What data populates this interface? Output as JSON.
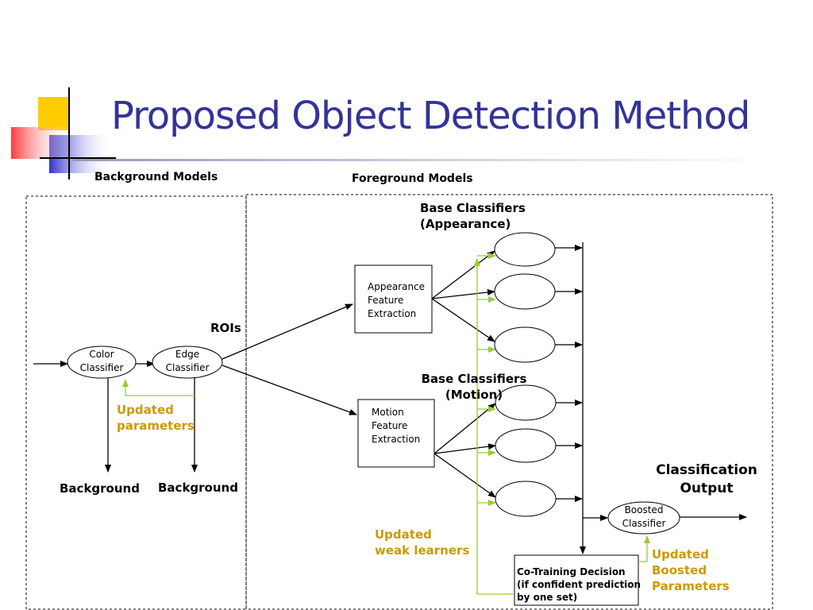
{
  "slide": {
    "title": "Proposed Object Detection Method"
  },
  "sections": {
    "background_models": "Background Models",
    "foreground_models": "Foreground Models"
  },
  "labels": {
    "rois": "ROIs",
    "base_classifiers_appearance": [
      "Base Classifiers",
      "(Appearance)"
    ],
    "base_classifiers_motion": [
      "Base Classifiers",
      "(Motion)"
    ],
    "classification_output": [
      "Classification",
      "Output"
    ],
    "background_left": "Background",
    "background_right": "Background",
    "updated_parameters": [
      "Updated",
      "parameters"
    ],
    "updated_weak_learners": [
      "Updated",
      "weak learners"
    ],
    "updated_boosted_parameters": [
      "Updated",
      "Boosted",
      "Parameters"
    ]
  },
  "nodes": {
    "color_classifier": [
      "Color",
      "Classifier"
    ],
    "edge_classifier": [
      "Edge",
      "Classifier"
    ],
    "appearance_feature_extraction": [
      "Appearance",
      "Feature",
      "Extraction"
    ],
    "motion_feature_extraction": [
      "Motion",
      "Feature",
      "Extraction"
    ],
    "boosted_classifier": [
      "Boosted",
      "Classifier"
    ],
    "co_training_decision": [
      "Co-Training Decision",
      "(if confident prediction",
      "by one set)"
    ]
  },
  "colors": {
    "title": "#333399",
    "highlight_text": "#CC9900",
    "feedback_line": "#99CC33"
  }
}
